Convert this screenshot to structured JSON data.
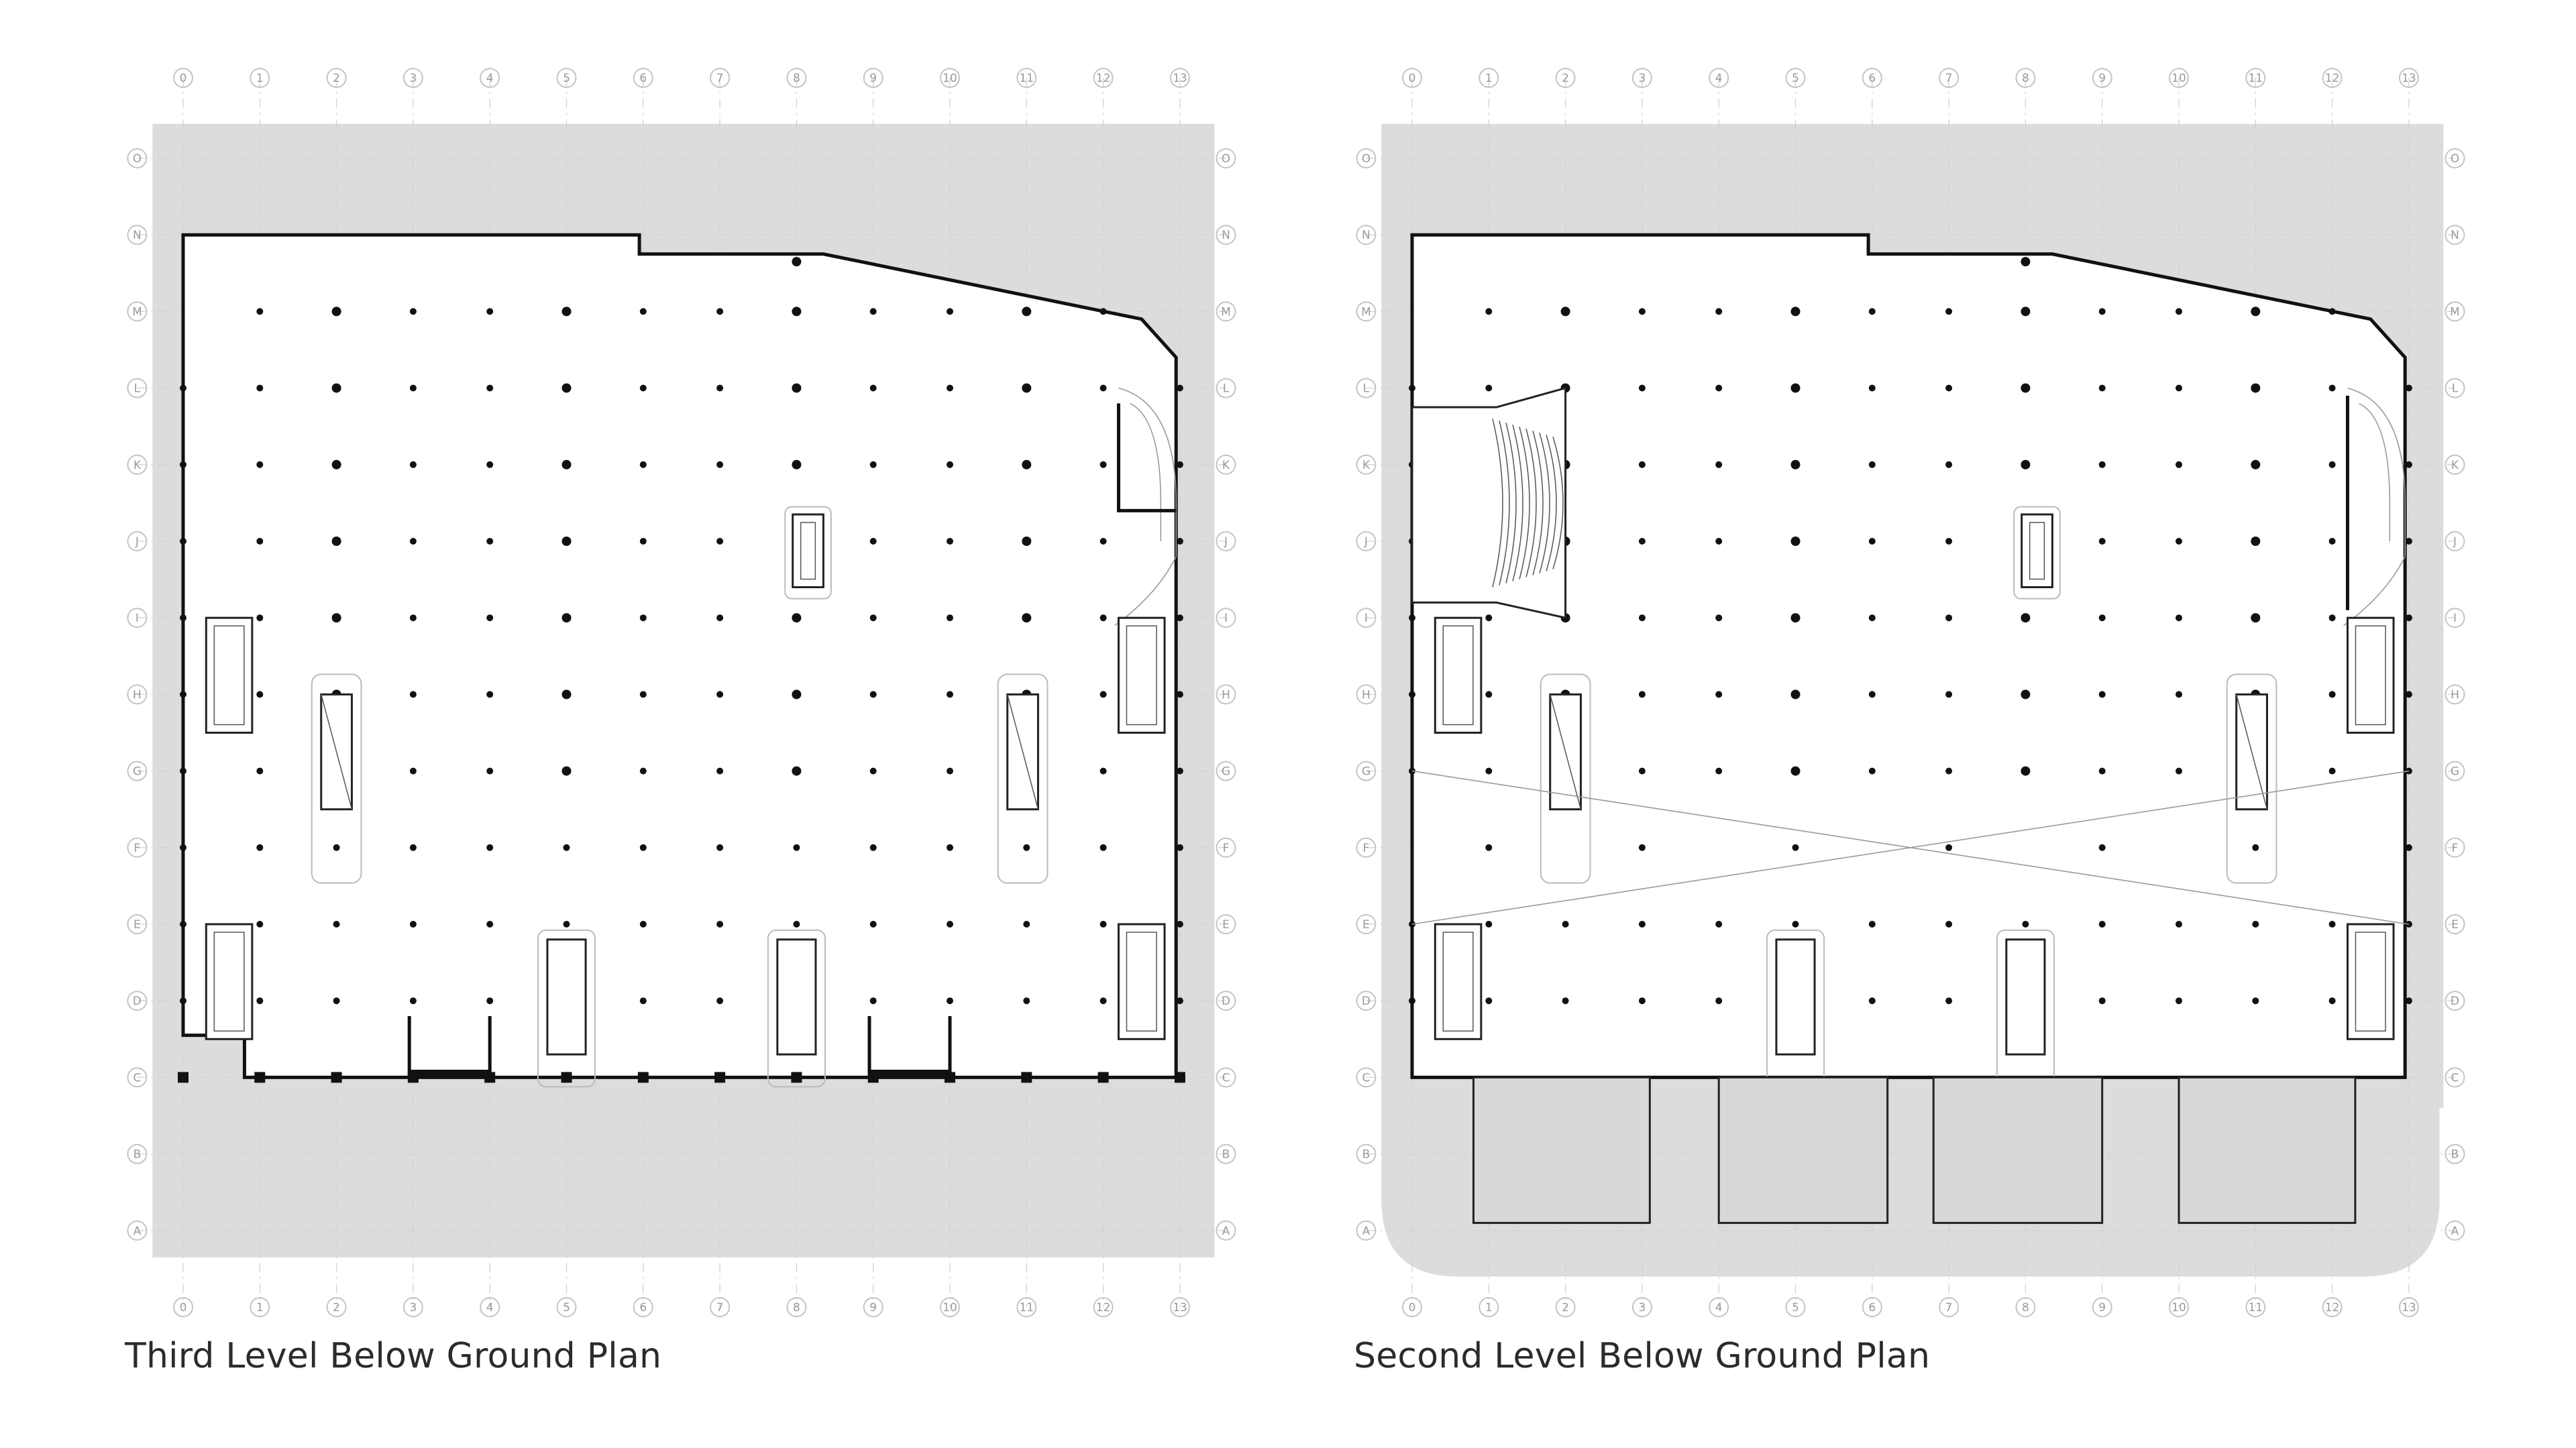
{
  "plans": [
    {
      "id": "third",
      "title": "Third Level Below Ground Plan",
      "grid_columns": [
        "0",
        "1",
        "2",
        "3",
        "4",
        "5",
        "6",
        "7",
        "8",
        "9",
        "10",
        "11",
        "12",
        "13"
      ],
      "grid_rows": [
        "O",
        "N",
        "M",
        "L",
        "K",
        "J",
        "I",
        "H",
        "G",
        "F",
        "E",
        "D",
        "C",
        "B",
        "A"
      ]
    },
    {
      "id": "second",
      "title": "Second Level Below Ground Plan",
      "grid_columns": [
        "0",
        "1",
        "2",
        "3",
        "4",
        "5",
        "6",
        "7",
        "8",
        "9",
        "10",
        "11",
        "12",
        "13"
      ],
      "grid_rows": [
        "O",
        "N",
        "M",
        "L",
        "K",
        "J",
        "I",
        "H",
        "G",
        "F",
        "E",
        "D",
        "C",
        "B",
        "A"
      ]
    }
  ],
  "colors": {
    "background_mass": "#dcdcdc",
    "walls": "#111111",
    "grid_labels": "#9a9a9a"
  }
}
